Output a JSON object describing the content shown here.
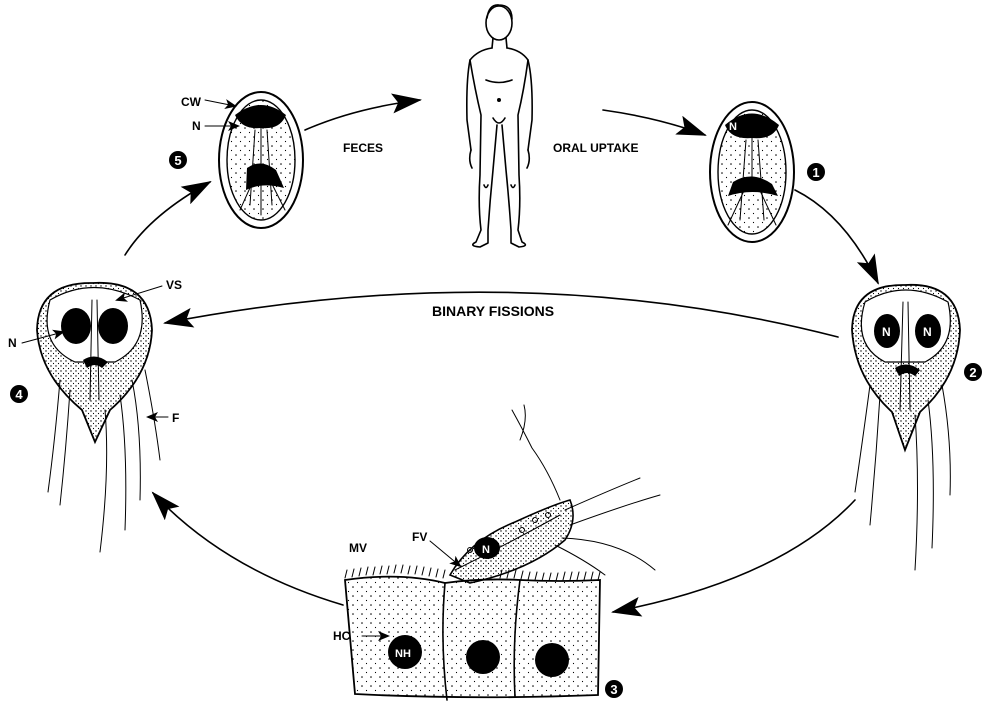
{
  "stages": {
    "s1": "1",
    "s2": "2",
    "s3": "3",
    "s4": "4",
    "s5": "5"
  },
  "routes": {
    "feces": "FECES",
    "oral_uptake": "ORAL UPTAKE",
    "binary_fissions": "BINARY FISSIONS"
  },
  "labels": {
    "cw": "CW",
    "n_cyst": "N",
    "n_troph_left": "N",
    "n_troph_right_a": "N",
    "n_troph_right_b": "N",
    "n_cyst_right": "N",
    "vs": "VS",
    "f": "F",
    "fv": "FV",
    "n_attached": "N",
    "mv": "MV",
    "hc": "HC",
    "nh": "NH"
  }
}
